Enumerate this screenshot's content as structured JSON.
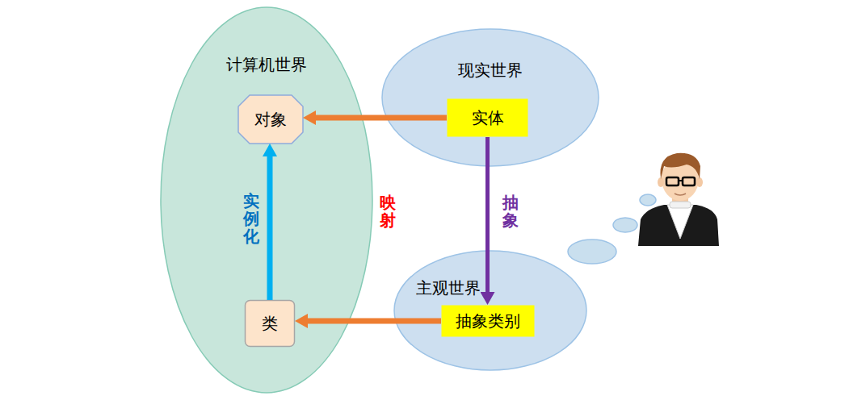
{
  "diagram": {
    "nodes": [
      {
        "text": [
          "计算机世界"
        ]
      },
      {
        "text": [
          "对象"
        ],
        "in": 0
      },
      {
        "text": [
          "类"
        ],
        "in": 0
      },
      {
        "text": [
          "现实世界"
        ]
      },
      {
        "text": [
          "实体"
        ],
        "in": 3
      },
      {
        "text": [
          "主观世界"
        ]
      },
      {
        "text": [
          "抽象类别"
        ],
        "in": 5
      }
    ],
    "edges": [
      {
        "from": 4,
        "to": 1,
        "arrow": "to"
      },
      {
        "from": 6,
        "to": 2,
        "arrow": "to"
      },
      {
        "from": 2,
        "to": 1,
        "arrow": "to",
        "label": "实例化"
      },
      {
        "from": 4,
        "to": 6,
        "arrow": "to",
        "label": "抽象"
      }
    ],
    "labels": [
      "映射"
    ]
  }
}
